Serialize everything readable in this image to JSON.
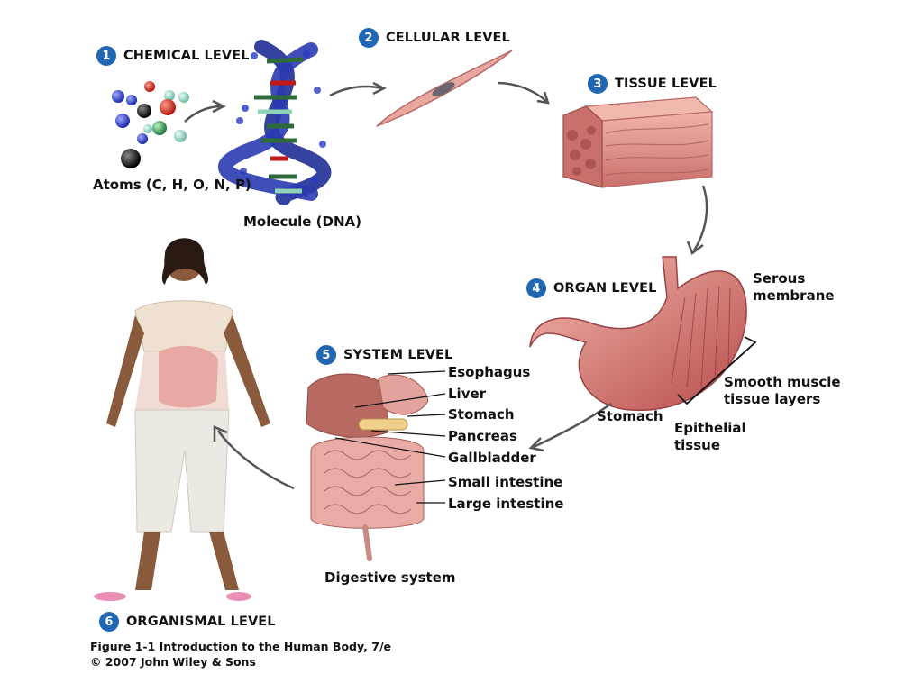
{
  "levels": {
    "chemical": {
      "number": "1",
      "title": "CHEMICAL LEVEL"
    },
    "cellular": {
      "number": "2",
      "title": "CELLULAR LEVEL"
    },
    "tissue": {
      "number": "3",
      "title": "TISSUE LEVEL"
    },
    "organ": {
      "number": "4",
      "title": "ORGAN LEVEL"
    },
    "system": {
      "number": "5",
      "title": "SYSTEM LEVEL"
    },
    "organismal": {
      "number": "6",
      "title": "ORGANISMAL LEVEL"
    }
  },
  "chemical": {
    "atoms_label": "Atoms (C, H, O, N, P)",
    "molecule_label": "Molecule (DNA)"
  },
  "organ": {
    "serous_membrane": "Serous membrane",
    "smooth_muscle": "Smooth muscle tissue layers",
    "stomach": "Stomach",
    "epithelial": "Epithelial tissue"
  },
  "system": {
    "labels": [
      "Esophagus",
      "Liver",
      "Stomach",
      "Pancreas",
      "Gallbladder",
      "Small intestine",
      "Large intestine"
    ],
    "caption": "Digestive system"
  },
  "caption": {
    "line1": "Figure 1-1  Introduction to the Human Body, 7/e",
    "line2": "© 2007 John Wiley & Sons"
  },
  "colors": {
    "badge": "#1f66b3",
    "tissue": "#d98a86",
    "organ": "#c95f5f"
  }
}
